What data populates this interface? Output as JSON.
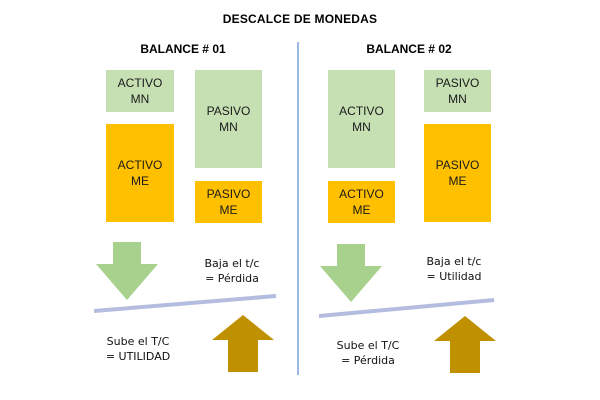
{
  "title": "DESCALCE DE MONEDAS",
  "colors": {
    "mn_block": "#c6e0b4",
    "me_block": "#ffc000",
    "arrow_down": "#a9d18e",
    "arrow_up": "#bf9000",
    "tilt_line": "#b4bddf",
    "divider": "#5b8bd1"
  },
  "balance1": {
    "heading": "BALANCE # 01",
    "activo_mn": "ACTIVO\nMN",
    "activo_me": "ACTIVO\nME",
    "pasivo_mn": "PASIVO\nMN",
    "pasivo_me": "PASIVO\nME",
    "down_note": "Baja el t/c\n= Pérdida",
    "up_note": "Sube el T/C\n= UTILIDAD"
  },
  "balance2": {
    "heading": "BALANCE # 02",
    "activo_mn": "ACTIVO\nMN",
    "activo_me": "ACTIVO\nME",
    "pasivo_mn": "PASIVO\nMN",
    "pasivo_me": "PASIVO\nME",
    "down_note": "Baja el t/c\n= Utilidad",
    "up_note": "Sube el T/C\n= Pérdida"
  }
}
